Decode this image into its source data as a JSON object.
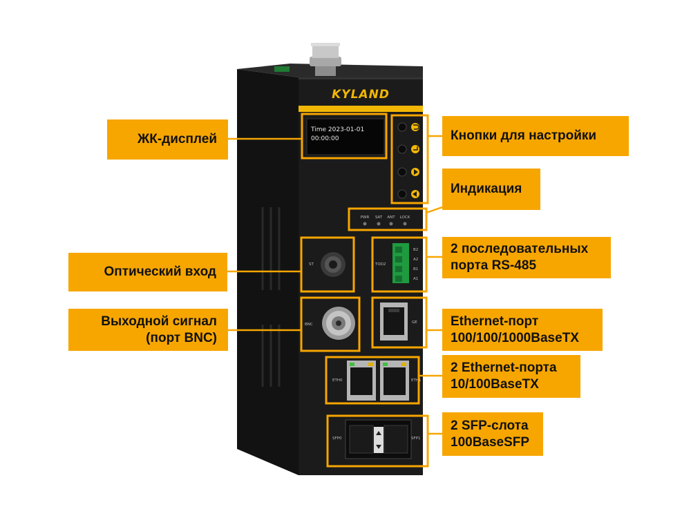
{
  "device": {
    "brand": "KYLAND",
    "lcd": {
      "line1": "Time  2023-01-01",
      "line2": "00:00:00"
    },
    "led_labels": [
      "PWR",
      "SAT",
      "ANT",
      "LOCK"
    ],
    "port_labels": {
      "st": "ST",
      "bnc": "BNC",
      "rs485": "TOD2",
      "rs485_pins": [
        "B2",
        "A2",
        "B1",
        "A1"
      ],
      "ge": "GE",
      "eth0": "ETH0",
      "eth1": "ETH1",
      "sfp0": "SFP0",
      "sfp1": "SFP1"
    }
  },
  "callouts": {
    "lcd": "ЖК-дисплей",
    "buttons": "Кнопки для настройки",
    "indication": "Индикация",
    "optical": "Оптический вход",
    "rs485": "2 последовательных\nпорта RS-485",
    "bnc": "Выходной сигнал\n(порт BNC)",
    "ge": "Ethernet-порт\n100/100/1000BaseTX",
    "eth": "2 Ethernet-порта\n10/100BaseTX",
    "sfp": "2 SFP-слота\n100BaseSFP"
  },
  "colors": {
    "accent": "#f7a600",
    "device_body": "#1b1b1b"
  }
}
